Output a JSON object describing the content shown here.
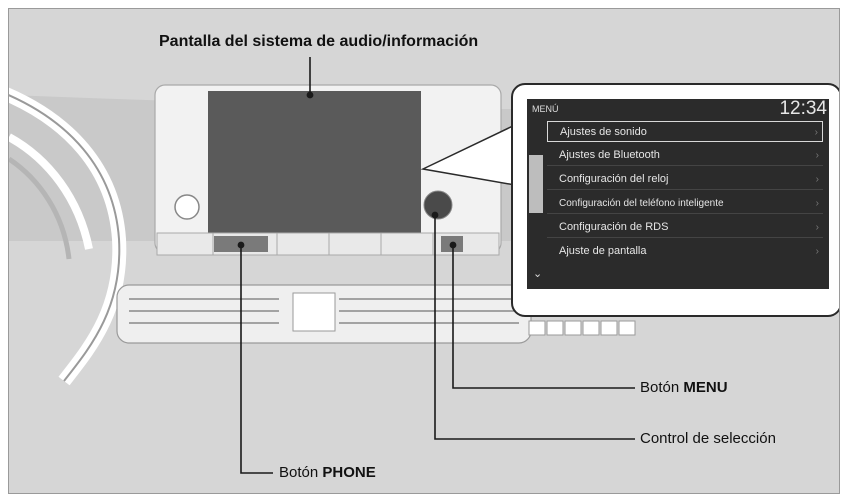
{
  "diagram": {
    "title": "Pantalla del sistema de audio/información",
    "labels": {
      "menu_prefix": "Botón ",
      "menu_bold": "MENU",
      "selector": "Control de selección",
      "phone_prefix": "Botón ",
      "phone_bold": "PHONE"
    },
    "zoom_screen": {
      "header": "MENÚ",
      "clock": "12:34",
      "items": [
        "Ajustes de sonido",
        "Ajustes de Bluetooth",
        "Configuración del reloj",
        "Configuración del teléfono inteligente",
        "Configuración de RDS",
        "Ajuste de pantalla"
      ]
    },
    "colors": {
      "background": "#d6d6d6",
      "screen": "#5a5a5a",
      "bezel": "#f2f2f2",
      "line": "#1a1a1a"
    }
  }
}
